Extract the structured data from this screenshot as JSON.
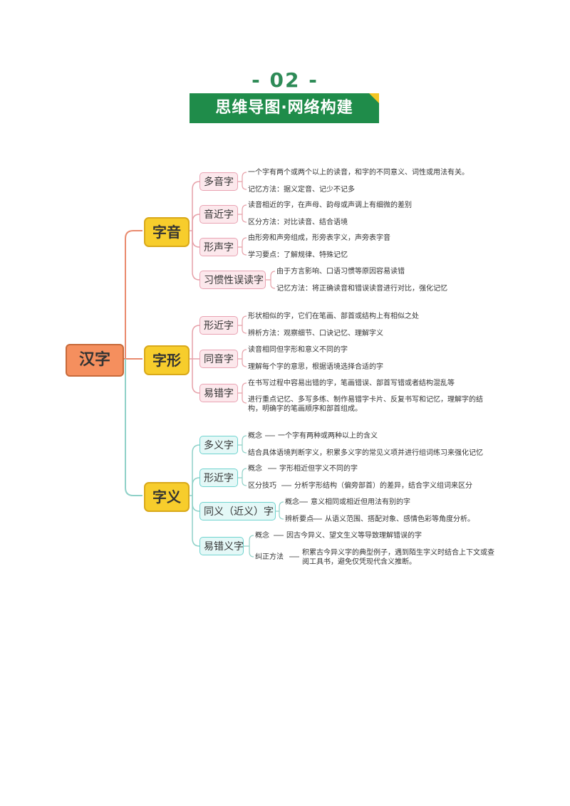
{
  "header": {
    "section_number": "- 02 -",
    "title": "思维导图·网络构建"
  },
  "root": {
    "label": "汉字"
  },
  "branches": [
    {
      "label": "字音",
      "children": [
        {
          "label": "多音字",
          "leaves": [
            "一个字有两个或两个以上的读音，和字的不同意义、词性或用法有关。",
            "记忆方法：据义定音、记少不记多"
          ]
        },
        {
          "label": "音近字",
          "leaves": [
            "读音相近的字，在声母、韵母或声调上有细微的差别",
            "区分方法：对比读音、结合语境"
          ]
        },
        {
          "label": "形声字",
          "leaves": [
            "由形旁和声旁组成，形旁表字义，声旁表字音",
            "学习要点：了解规律、特殊记忆"
          ]
        },
        {
          "label": "习惯性误读字",
          "leaves": [
            "由于方言影响、口语习惯等原因容易读错",
            "记忆方法：将正确读音和错误读音进行对比，强化记忆"
          ]
        }
      ]
    },
    {
      "label": "字形",
      "children": [
        {
          "label": "形近字",
          "leaves": [
            "形状相似的字，它们在笔画、部首或结构上有相似之处",
            "辨析方法：观察细节、口诀记忆、理解字义"
          ]
        },
        {
          "label": "同音字",
          "leaves": [
            "读音相同但字形和意义不同的字",
            "理解每个字的意思，根据语境选择合适的字"
          ]
        },
        {
          "label": "易错字",
          "leaves": [
            "在书写过程中容易出错的字，笔画错误、部首写错或者结构混乱等",
            "进行重点记忆、多写多练、制作易错字卡片、反复书写和记忆，理解字的结构，明确字的笔画顺序和部首组成。"
          ]
        }
      ]
    },
    {
      "label": "字义",
      "children": [
        {
          "label": "多义字",
          "leaves": [
            {
              "key": "概念",
              "text": "一个字有两种或两种以上的含义"
            },
            {
              "key": "",
              "text": "结合具体语境判断字义，积累多义字的常见义项并进行组词练习来强化记忆"
            }
          ]
        },
        {
          "label": "形近字",
          "leaves": [
            {
              "key": "概念",
              "text": "字形相近但字义不同的字"
            },
            {
              "key": "区分技巧",
              "text": "分析字形结构（偏旁部首）的差异，结合字义组词来区分"
            }
          ]
        },
        {
          "label": "同义（近义）字",
          "leaves": [
            {
              "key": "概念",
              "text": "意义相同或相近但用法有别的字"
            },
            {
              "key": "辨析要点",
              "text": "从语义范围、搭配对象、感情色彩等角度分析。"
            }
          ]
        },
        {
          "label": "易错义字",
          "leaves": [
            {
              "key": "概念",
              "text": "因古今异义、望文生义等导致理解错误的字"
            },
            {
              "key": "纠正方法",
              "text": "积累古今异义字的典型例子，遇到陌生字义时结合上下文或查阅工具书，避免仅凭现代含义推断。"
            }
          ]
        }
      ]
    }
  ]
}
